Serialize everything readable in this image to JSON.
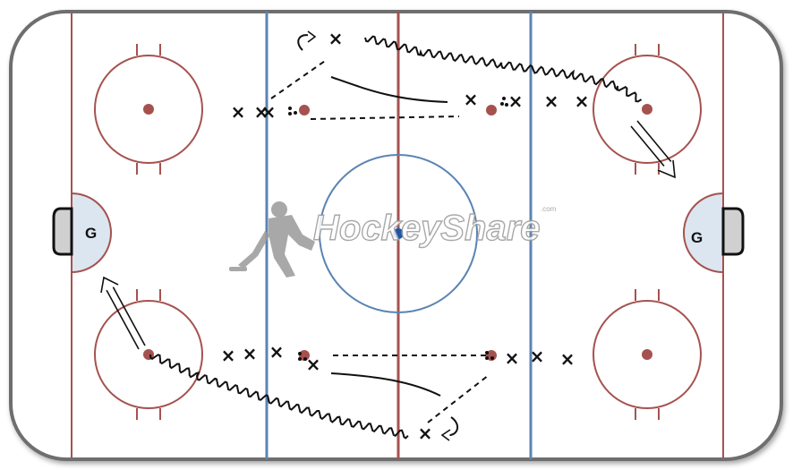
{
  "diagram": {
    "type": "hockey-rink-drill",
    "colors": {
      "boards": "#6e6e6e",
      "red_line": "#a5524f",
      "blue_line": "#5b84b3",
      "circle": "#a5524f",
      "dot": "#a5524f",
      "center_dot": "#1d55a8",
      "center_circle": "#5b84b3",
      "crease": "#dbe6f0",
      "player": "#111111",
      "path": "#111111",
      "watermark": "#9a9a9a"
    },
    "goalies": {
      "left": {
        "label": "G"
      },
      "right": {
        "label": "G"
      }
    },
    "watermark": {
      "text": "HockeyShare",
      "suffix": ".com",
      "icon": "hockey-player-silhouette-icon"
    },
    "player_marker": "×",
    "path_legend": {
      "skate_with_puck": "wavy-line",
      "pass": "dashed-line",
      "skate": "solid-line",
      "shot": "double-line-arrow",
      "pivot": "curl-arrow"
    }
  }
}
